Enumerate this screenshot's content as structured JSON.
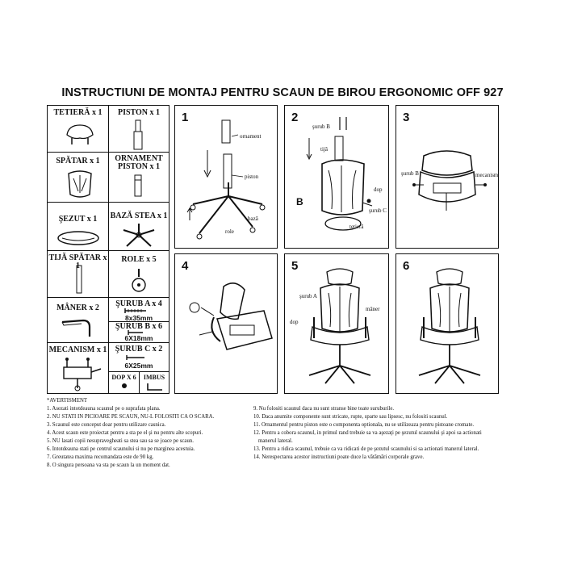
{
  "title": "INSTRUCTIUNI DE MONTAJ PENTRU SCAUN DE BIROU ERGONOMIC OFF 927",
  "parts": {
    "tetiera": "TETIERĂ x 1",
    "piston": "PISTON x 1",
    "spatar": "SPĂTAR x 1",
    "ornament": "ORNAMENT PISTON x 1",
    "sezut": "ŞEZUT x 1",
    "baza": "BAZĂ STEA x 1",
    "tija": "TIJĂ SPĂTAR x 1",
    "role": "ROLE x 5",
    "maner": "MÂNER x 2",
    "surub_a": "ŞURUB A x 4",
    "surub_a_size": "8x35mm",
    "surub_b": "ŞURUB B x 6",
    "surub_b_size": "6X18mm",
    "mecanism": "MECANISM x 1",
    "surub_c": "ŞURUB C x 2",
    "surub_c_size": "6X25mm",
    "dop": "DOP X 6",
    "imbus": "IMBUS"
  },
  "steps": {
    "s1": {
      "num": "1",
      "ornament": "ornament",
      "piston": "piston",
      "baza": "bază",
      "role": "role"
    },
    "s2": {
      "num": "2",
      "surub_b": "şurub B",
      "tija": "tijă",
      "b": "B",
      "dop": "dop",
      "surub_c": "şurub C",
      "tetiera": "tetieră"
    },
    "s3": {
      "num": "3",
      "surub_b": "şurub B",
      "mecanism": "mecanism"
    },
    "s4": {
      "num": "4"
    },
    "s5": {
      "num": "5",
      "surub_a": "şurub A",
      "maner": "mâner",
      "dop": "dop"
    },
    "s6": {
      "num": "6"
    }
  },
  "notes_left": [
    "*AVERTISMENT",
    "1. Asezati intotdeauna scaunul pe o suprafata plana.",
    "2. NU STATI IN PICIOARE PE SCAUN, NU-L FOLOSITI CA O SCARA.",
    "3. Scaunul este conceput doar pentru utilizare casnica.",
    "4. Acest scaun este proiectat pentru a sta pe el şi nu pentru alte scopuri.",
    "5. NU lasati copii nesupravegheati sa stea sau sa se joace pe scaun.",
    "6. Intotdeauna stati pe centrul scaunului si nu pe marginea acestuia.",
    "7. Greutatea maxima recomandata este de 90 kg.",
    "8. O singura persoana va sta pe scaun la un moment dat."
  ],
  "notes_right": [
    "9. Nu folositi scaunul daca nu sunt stranse bine toate suruburile.",
    "10. Daca anumite componente sunt stricate, rupte, sparte sau lipsesc, nu folositi scaunul.",
    "11. Ornamentul pentru piston este o componenta optionala, nu se utilizeaza pentru pistoane cromate.",
    "12. Pentru a cobora scaunul, in primul rand trebuie sa va aşezaţi pe şezutul scaunului şi apoi sa actionati",
    "manerul lateral.",
    "13. Pentru a ridica scaunul, trebuie ca va ridicati de pe şezutul scaunului si sa actionati manerul lateral.",
    "14. Nerespectarea acestor instructiuni poate duce la vătămări corporale grave."
  ]
}
